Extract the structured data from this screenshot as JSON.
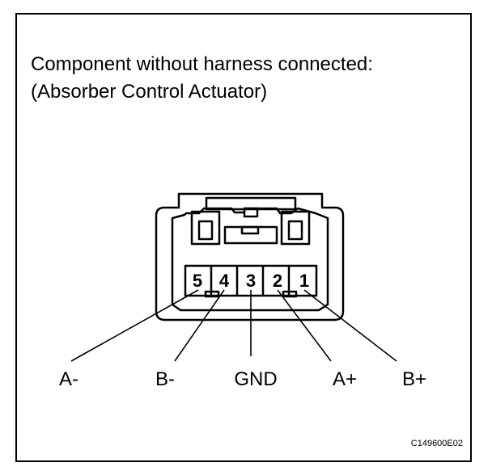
{
  "title": {
    "line1": "Component without harness connected:",
    "line2": "(Absorber Control Actuator)"
  },
  "pins": [
    "5",
    "4",
    "3",
    "2",
    "1"
  ],
  "labels": [
    "A-",
    "B-",
    "GND",
    "A+",
    "B+"
  ],
  "figure_code": "C149600E02"
}
